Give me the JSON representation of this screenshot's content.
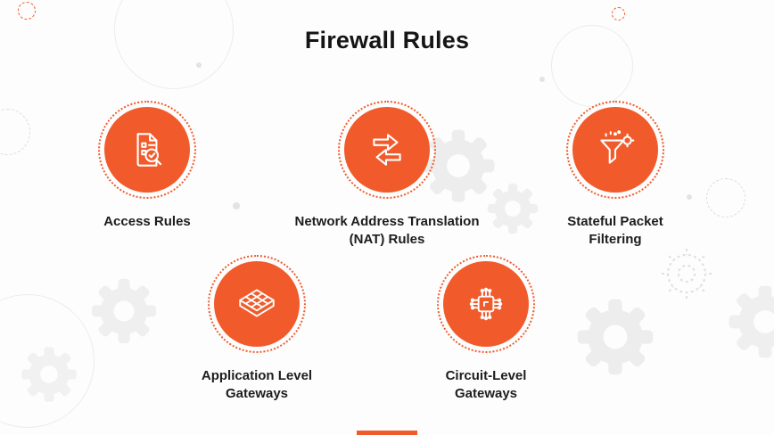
{
  "page": {
    "title": "Firewall Rules"
  },
  "colors": {
    "accent": "#F15B2B",
    "title_text": "#151515",
    "label_text": "#1D1D1D",
    "decoration_gray": "#EBEBEB",
    "background": "#FDFDFD"
  },
  "items": [
    {
      "label": "Access Rules",
      "icon": "document-search-icon"
    },
    {
      "label": "Network Address Translation (NAT) Rules",
      "icon": "exchange-arrows-icon"
    },
    {
      "label": "Stateful Packet Filtering",
      "icon": "filter-funnel-icon"
    },
    {
      "label": "Application Level Gateways",
      "icon": "layered-grid-icon"
    },
    {
      "label": "Circuit-Level Gateways",
      "icon": "circuit-chip-icon"
    }
  ]
}
